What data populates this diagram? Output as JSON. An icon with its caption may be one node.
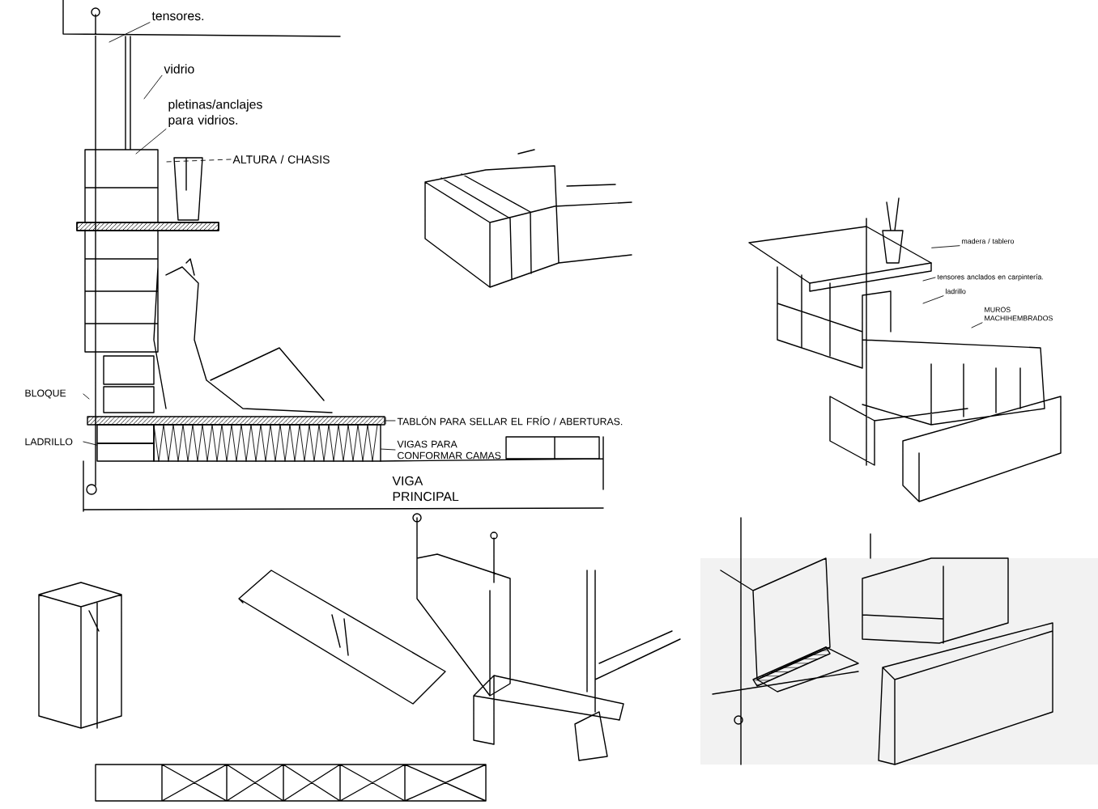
{
  "diagram": {
    "nodes": [
      {
        "text": [
          "tensores."
        ]
      },
      {
        "text": [
          "vidrio"
        ]
      },
      {
        "text": [
          "pletinas/anclajes para vidrios."
        ]
      },
      {
        "text": [
          "ALTURA / CHASIS"
        ]
      },
      {
        "text": [
          "BLOQUE"
        ]
      },
      {
        "text": [
          "LADRILLO"
        ]
      },
      {
        "text": [
          "TABLÓN PARA SELLAR EL FRÍO / ABERTURAS."
        ]
      },
      {
        "text": [
          "VIGAS PARA CONFORMAR CAMAS"
        ]
      },
      {
        "text": [
          "madera / tablero"
        ]
      },
      {
        "text": [
          "tensores anclados en carpintería."
        ]
      },
      {
        "text": [
          "ladrillo"
        ]
      },
      {
        "text": [
          "MUROS MACHIHEMBRADOS"
        ]
      },
      {
        "text": [],
        "shape": "box"
      },
      {
        "text": [],
        "shape": "bar"
      },
      {
        "text": [],
        "shape": "box"
      },
      {
        "text": [],
        "shape": "box"
      }
    ],
    "edges": [
      {
        "from": 0,
        "to": null,
        "arrow": "none"
      },
      {
        "from": 1,
        "to": null,
        "arrow": "none"
      },
      {
        "from": 2,
        "to": null,
        "arrow": "none"
      },
      {
        "from": 3,
        "to": null,
        "arrow": "none",
        "style": "dashed"
      },
      {
        "from": 4,
        "to": null,
        "arrow": "none"
      },
      {
        "from": 5,
        "to": 12,
        "arrow": "none"
      },
      {
        "from": 6,
        "to": 13,
        "arrow": "other"
      },
      {
        "from": 7,
        "to": 14,
        "arrow": "none"
      },
      {
        "from": 8,
        "to": 15,
        "arrow": "none"
      },
      {
        "from": 9,
        "to": null,
        "arrow": "none"
      },
      {
        "from": 10,
        "to": null,
        "arrow": "none"
      },
      {
        "from": 11,
        "to": null,
        "arrow": "none"
      }
    ],
    "labels": [
      "VIGA PRINCIPAL"
    ]
  }
}
